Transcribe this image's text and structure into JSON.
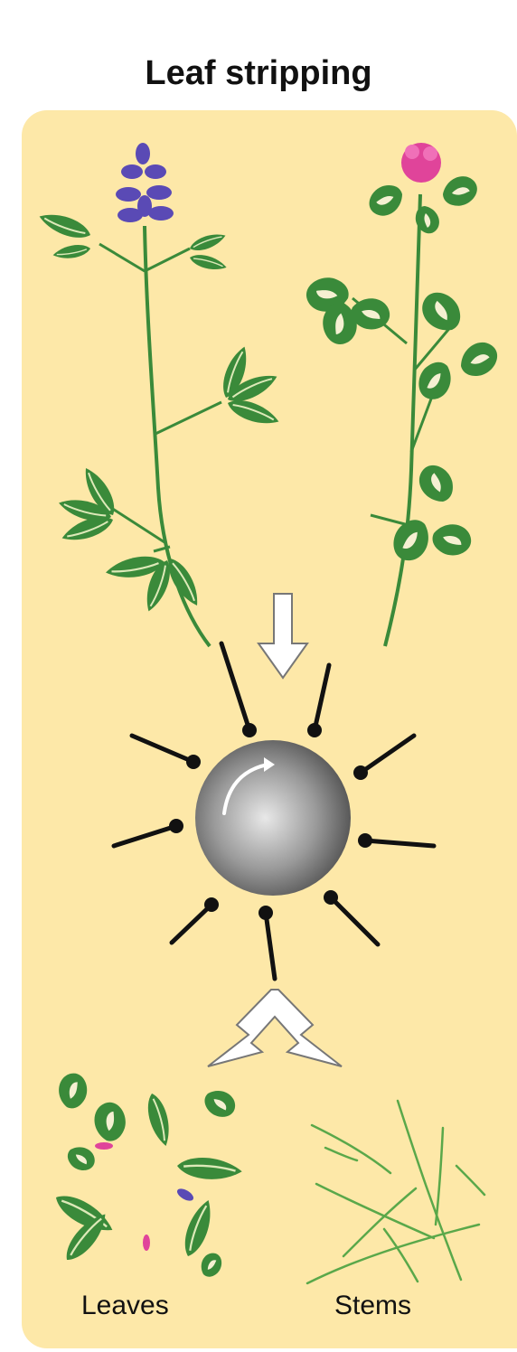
{
  "title": "Leaf stripping",
  "labels": {
    "leaves": "Leaves",
    "stems": "Stems"
  },
  "colors": {
    "background_panel": "#fde8a8",
    "leaf_green": "#3a8a3a",
    "leaf_light": "#dde9b8",
    "alfalfa_flower": "#5a4ab5",
    "clover_flower": "#e0449a",
    "drum_gray": "#7a7a7a",
    "arrow_fill": "#ffffff"
  },
  "icons": [
    "alfalfa-plant-icon",
    "clover-plant-icon",
    "down-arrow-icon",
    "rotating-drum-icon",
    "split-arrow-icon",
    "stripped-leaves-icon",
    "stripped-stems-icon"
  ]
}
